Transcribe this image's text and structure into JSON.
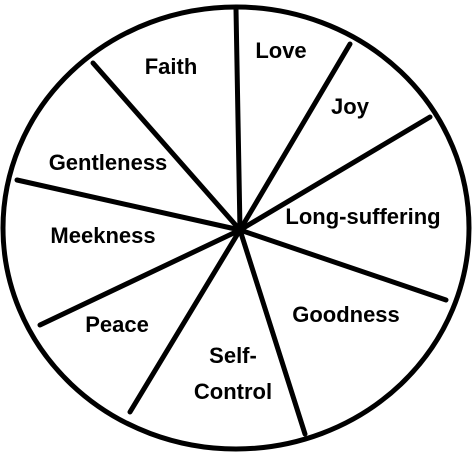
{
  "diagram": {
    "segments": [
      {
        "id": "love",
        "lines": [
          "Love"
        ]
      },
      {
        "id": "joy",
        "lines": [
          "Joy"
        ]
      },
      {
        "id": "long-suffering",
        "lines": [
          "Long-suffering"
        ]
      },
      {
        "id": "goodness",
        "lines": [
          "Goodness"
        ]
      },
      {
        "id": "self-control",
        "lines": [
          "Self-",
          "Control"
        ]
      },
      {
        "id": "peace",
        "lines": [
          "Peace"
        ]
      },
      {
        "id": "meekness",
        "lines": [
          "Meekness"
        ]
      },
      {
        "id": "gentleness",
        "lines": [
          "Gentleness"
        ]
      },
      {
        "id": "faith",
        "lines": [
          "Faith"
        ]
      }
    ],
    "colors": {
      "stroke": "#000000",
      "fill": "#ffffff",
      "text": "#000000"
    }
  }
}
